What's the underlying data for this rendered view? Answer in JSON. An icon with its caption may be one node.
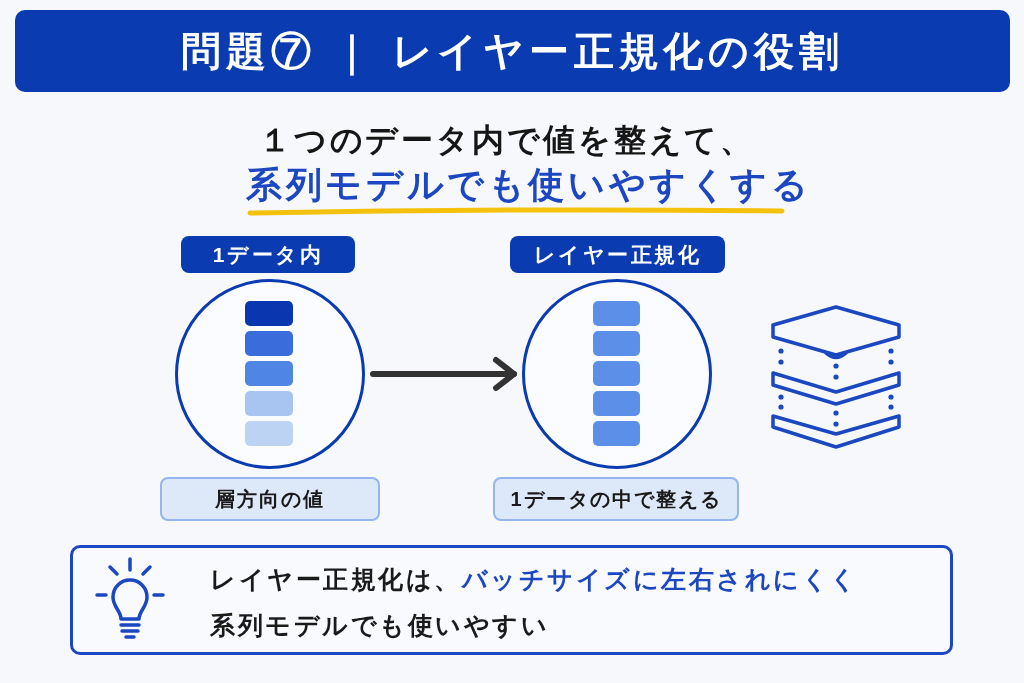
{
  "diagram": {
    "title": "問題⑦ ｜ レイヤー正規化の役割",
    "nodes": [
      {
        "text": [
          "1データ内"
        ]
      },
      {
        "text": [],
        "shape": "circle"
      },
      {
        "text": [],
        "shape": "bar",
        "in": 1
      },
      {
        "text": [],
        "shape": "bar",
        "in": 1
      },
      {
        "text": [],
        "shape": "bar",
        "in": 1
      },
      {
        "text": [],
        "shape": "bar",
        "in": 1
      },
      {
        "text": [],
        "shape": "bar",
        "in": 1
      },
      {
        "text": [
          "層方向の値"
        ]
      },
      {
        "text": [
          "レイヤー正規化"
        ]
      },
      {
        "text": [],
        "shape": "circle"
      },
      {
        "text": [],
        "shape": "bar",
        "in": 9
      },
      {
        "text": [],
        "shape": "bar",
        "in": 9
      },
      {
        "text": [],
        "shape": "bar",
        "in": 9
      },
      {
        "text": [],
        "shape": "bar",
        "in": 9
      },
      {
        "text": [],
        "shape": "bar",
        "in": 9
      },
      {
        "text": [
          "1データの中で整える"
        ]
      },
      {
        "text": [
          "レイヤー正規化は、**バッチサイズに左右されにくく**系列モデルでも使いやすい"
        ]
      }
    ],
    "edges": [
      {
        "from": 1,
        "to": 9,
        "arrow": "to"
      }
    ],
    "labels": [
      "１つのデータ内で値を整えて、",
      "系列モデルでも使いやすくする"
    ]
  }
}
